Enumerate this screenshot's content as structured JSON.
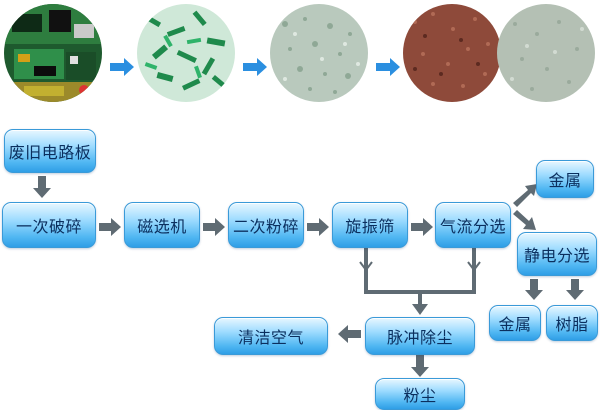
{
  "photos": [
    {
      "name": "circuit-board-photo",
      "desc_icon": "pcb-image"
    },
    {
      "name": "green-shreds-photo",
      "desc_icon": "shredded-pcb-image"
    },
    {
      "name": "gray-green-granules-photo",
      "desc_icon": "crushed-powder-image"
    },
    {
      "name": "copper-powder-photo",
      "desc_icon": "metal-powder-image"
    },
    {
      "name": "resin-powder-photo",
      "desc_icon": "resin-powder-image"
    }
  ],
  "nodes": {
    "waste_pcb": "废旧电路板",
    "primary_crush": "一次破碎",
    "magnetic_sep": "磁选机",
    "secondary_crush": "二次粉碎",
    "vibrating_screen": "旋振筛",
    "air_separation": "气流分选",
    "metal_top": "金属",
    "electrostatic_sep": "静电分选",
    "metal_bottom": "金属",
    "resin": "树脂",
    "pulse_dust": "脉冲除尘",
    "clean_air": "清洁空气",
    "dust": "粉尘"
  },
  "colors": {
    "arrow_blue": "#2b8fe0",
    "arrow_gray": "#5f6b73",
    "box_text": "#0b2f5e"
  }
}
